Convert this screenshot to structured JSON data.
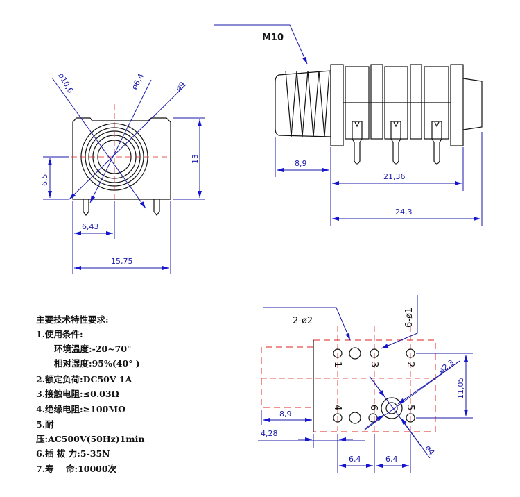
{
  "front_view": {
    "dia_outer": "ø10,6",
    "dia_inner": "ø6,4",
    "dia_mid": "ø9",
    "height": "13",
    "center_height": "6,5",
    "center_offset": "6,43",
    "width": "15,75"
  },
  "side_view": {
    "thread": "M10",
    "thread_length": "8,9",
    "body_length": "21,36",
    "total_length": "24,3"
  },
  "bottom_view": {
    "mount_holes": "2-ø2",
    "pin_holes": "6-ø1",
    "center_hole_small": "ø2,3",
    "center_hole_large": "ø4",
    "row_spacing": "11,05",
    "offset_1": "8,9",
    "offset_2": "4,28",
    "pitch_1": "6,4",
    "pitch_2": "6,4",
    "pins": [
      "1",
      "2",
      "3",
      "4",
      "5",
      "6"
    ]
  },
  "specs": {
    "title": "主要技术特性要求:",
    "l1": "1.使用条件:",
    "l1a": "环境温度:-20~70°",
    "l1b": "相对湿度:95%(40° )",
    "l2": "2.额定负荷:DC50V 1A",
    "l3": "3.接触电阻:≤0.03Ω",
    "l4": "4.绝缘电阻:≥100MΩ",
    "l5": "5.耐",
    "l5a": "压:AC500V(50Hz)1min",
    "l6": "6.插 拔 力:5-35N",
    "l7": "7.寿    命:10000次"
  }
}
